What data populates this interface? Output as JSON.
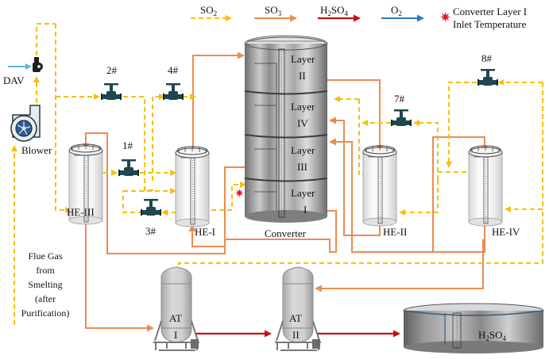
{
  "legend": {
    "so2": "SO2",
    "so3": "SO3",
    "h2so4": "H2SO4",
    "o2": "O2",
    "marker_line1": "Converter Layer I",
    "marker_line2": "Inlet Temperature"
  },
  "colors": {
    "so2": "#F6BE12",
    "so3": "#EE8B4F",
    "h2so4": "#C40F14",
    "o2": "#2E78C7",
    "marker": "#E8141B",
    "valve": "#1F4750"
  },
  "equipment": {
    "dav": "DAV",
    "blower": "Blower",
    "converter": "Converter",
    "layers": [
      {
        "word": "Layer",
        "num": "II"
      },
      {
        "word": "Layer",
        "num": "IV"
      },
      {
        "word": "Layer",
        "num": "III"
      },
      {
        "word": "Layer",
        "num": "I"
      }
    ],
    "heat_exchangers": [
      "HE-III",
      "HE-I",
      "HE-II",
      "HE-IV"
    ],
    "absorbers": [
      {
        "word": "AT",
        "num": "I"
      },
      {
        "word": "AT",
        "num": "II"
      }
    ],
    "tank": "H2SO4"
  },
  "valves": [
    "1#",
    "2#",
    "3#",
    "4#",
    "7#",
    "8#"
  ],
  "feed": {
    "lines": [
      "Flue Gas",
      "from",
      "Smelting",
      "(after",
      "Purification)"
    ]
  }
}
